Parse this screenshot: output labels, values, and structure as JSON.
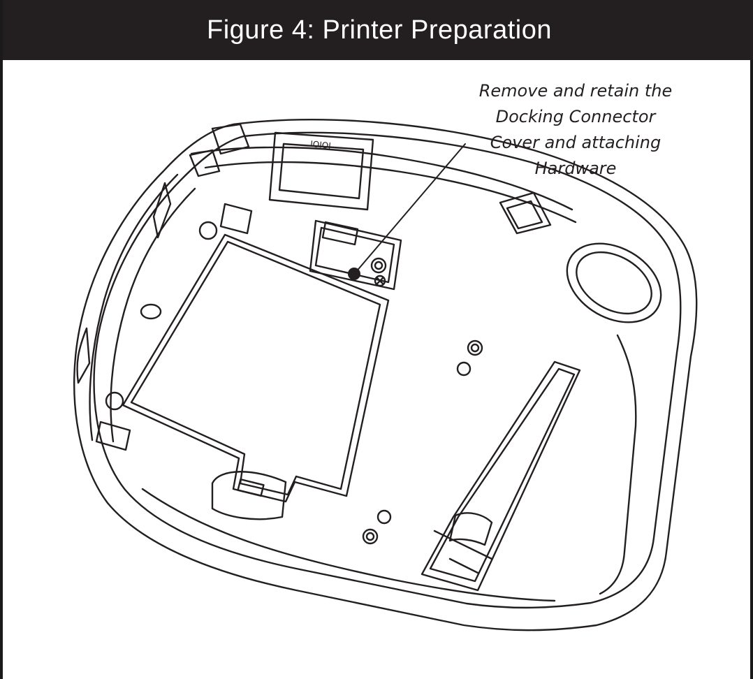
{
  "title": "Figure 4: Printer Preparation",
  "callout": {
    "lines": [
      "Remove and retain the",
      "Docking Connector",
      "Cover and attaching",
      "Hardware"
    ]
  },
  "port_label": "IOIOI",
  "colors": {
    "title_bar": "#231f20",
    "line": "#231f20",
    "background": "#ffffff"
  }
}
